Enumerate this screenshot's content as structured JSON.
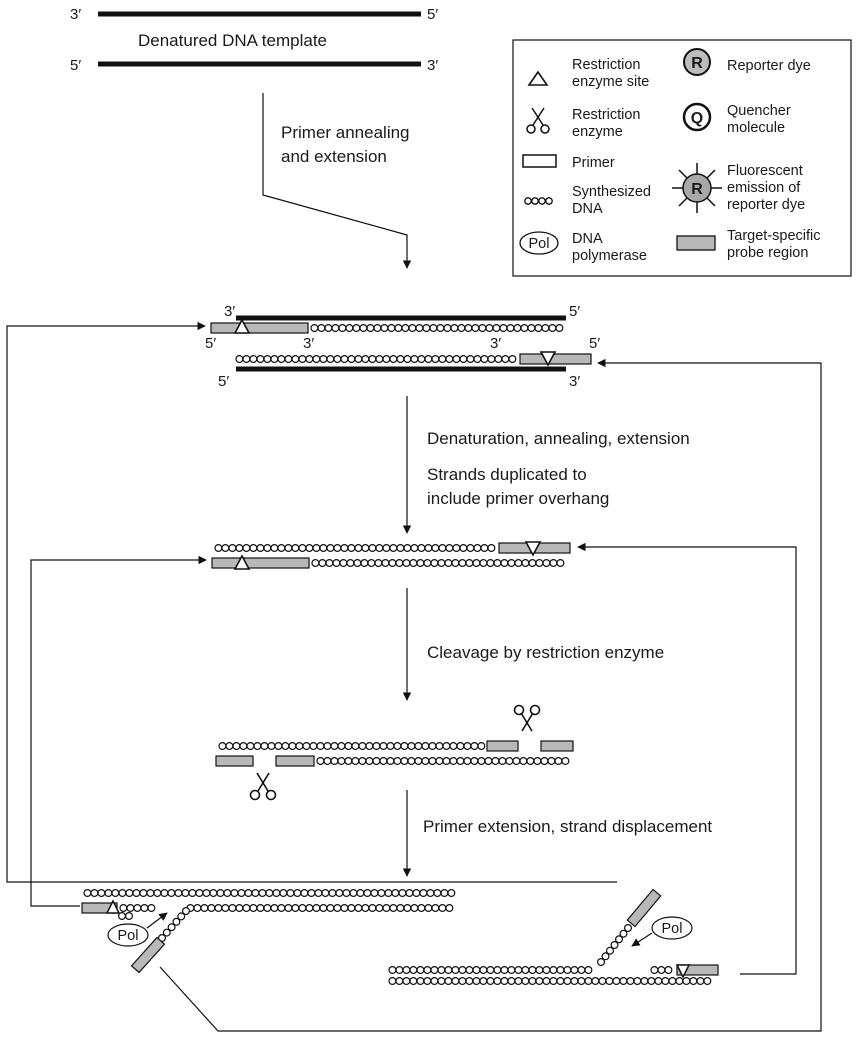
{
  "template": {
    "title": "Denatured DNA template",
    "top_left": "3′",
    "top_right": "5′",
    "bottom_left": "5′",
    "bottom_right": "3′"
  },
  "steps": {
    "annealing_1": "Primer annealing",
    "annealing_2": "and extension",
    "cycle": "Denaturation, annealing, extension",
    "duplicated_1": "Strands duplicated to",
    "duplicated_2": "include primer overhang",
    "cleavage": "Cleavage by restriction enzyme",
    "extension": "Primer extension, strand displacement"
  },
  "ends": {
    "p3": "3′",
    "p5": "5′"
  },
  "legend": {
    "site_1": "Restriction",
    "site_2": "enzyme site",
    "enzyme_1": "Restriction",
    "enzyme_2": "enzyme",
    "primer": "Primer",
    "synth_1": "Synthesized",
    "synth_2": "DNA",
    "pol_1": "DNA",
    "pol_2": "polymerase",
    "reporter": "Reporter dye",
    "quencher_1": "Quencher",
    "quencher_2": "molecule",
    "fluor_1": "Fluorescent",
    "fluor_2": "emission of",
    "fluor_3": "reporter dye",
    "probe_1": "Target-specific",
    "probe_2": "probe region"
  },
  "glyphs": {
    "reporter": "R",
    "quencher": "Q",
    "pol": "Pol"
  },
  "colors": {
    "strand": "#111111",
    "probe_fill": "#b8b8b8",
    "fluor_fill": "#a8a8a8"
  }
}
